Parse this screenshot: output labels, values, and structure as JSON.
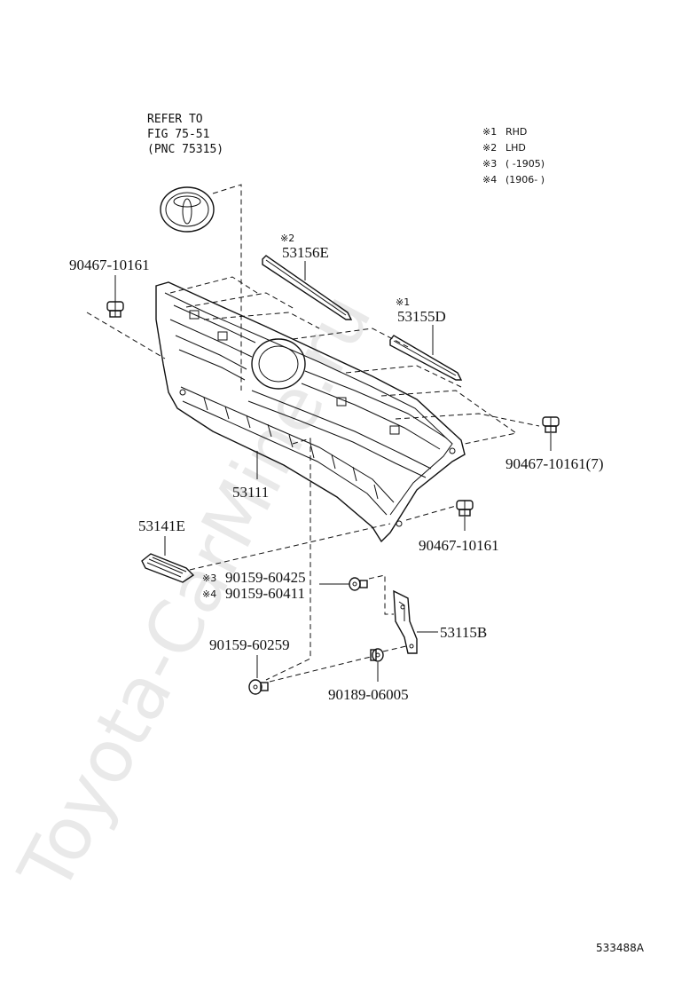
{
  "reference": {
    "line1": "REFER TO",
    "line2": "FIG 75-51",
    "line3": "(PNC 75315)"
  },
  "legend": [
    {
      "mark": "※1",
      "text": "RHD"
    },
    {
      "mark": "※2",
      "text": "LHD"
    },
    {
      "mark": "※3",
      "text": "(       -1905)"
    },
    {
      "mark": "※4",
      "text": "(1906-       )"
    }
  ],
  "parts": {
    "p53156E": {
      "mark": "※2",
      "number": "53156E"
    },
    "p53155D": {
      "mark": "※1",
      "number": "53155D"
    },
    "clip_left": "90467-10161",
    "clip_right": "90467-10161(7)",
    "clip_lower": "90467-10161",
    "grille": "53111",
    "p53141E": "53141E",
    "screw_60425": {
      "mark": "※3",
      "number": "90159-60425"
    },
    "screw_60411": {
      "mark": "※4",
      "number": "90159-60411"
    },
    "bracket": "53115B",
    "screw_60259": "90159-60259",
    "bolt_06005": "90189-06005"
  },
  "watermark": "Toyota-CarMine.ru",
  "figure_code": "533488A"
}
